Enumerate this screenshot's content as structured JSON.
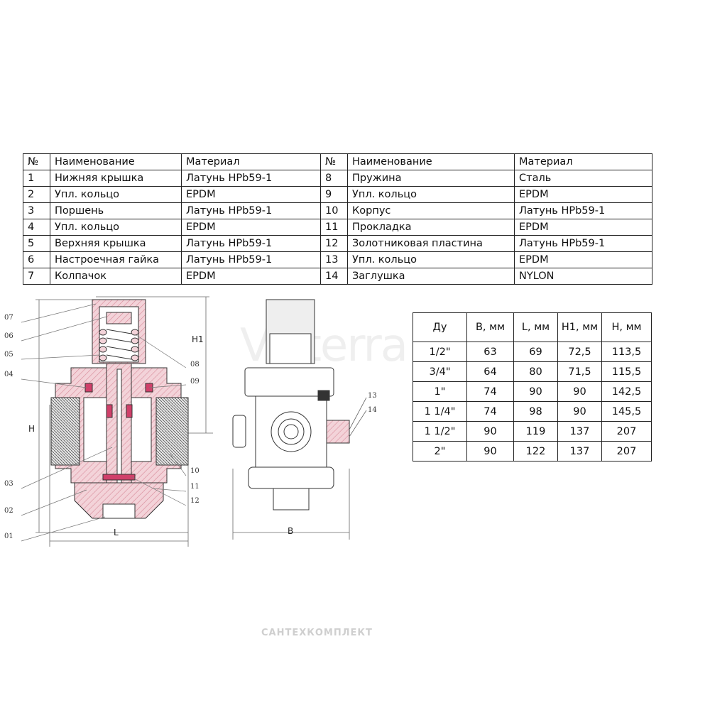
{
  "parts_table": {
    "headers": {
      "no": "№",
      "name": "Наименование",
      "material": "Материал"
    },
    "rows": [
      {
        "left": {
          "no": "1",
          "name": "Нижняя крышка",
          "material": "Латунь HPb59-1"
        },
        "right": {
          "no": "8",
          "name": "Пружина",
          "material": "Сталь"
        }
      },
      {
        "left": {
          "no": "2",
          "name": "Упл. кольцо",
          "material": "EPDM"
        },
        "right": {
          "no": "9",
          "name": "Упл. кольцо",
          "material": " EPDM"
        }
      },
      {
        "left": {
          "no": "3",
          "name": "Поршень",
          "material": "Латунь HPb59-1"
        },
        "right": {
          "no": "10",
          "name": "Корпус",
          "material": "Латунь HPb59-1"
        }
      },
      {
        "left": {
          "no": "4",
          "name": "Упл. кольцо",
          "material": "EPDM"
        },
        "right": {
          "no": "11",
          "name": "Прокладка",
          "material": "EPDM"
        }
      },
      {
        "left": {
          "no": "5",
          "name": "Верхняя крышка",
          "material": "Латунь HPb59-1"
        },
        "right": {
          "no": "12",
          "name": "Золотниковая пластина",
          "material": "Латунь HPb59-1"
        }
      },
      {
        "left": {
          "no": "6",
          "name": "Настроечная гайка",
          "material": "Латунь HPb59-1"
        },
        "right": {
          "no": "13",
          "name": "Упл. кольцо",
          "material": " EPDM"
        }
      },
      {
        "left": {
          "no": "7",
          "name": "Колпачок",
          "material": "EPDM"
        },
        "right": {
          "no": "14",
          "name": "Заглушка",
          "material": "NYLON"
        }
      }
    ]
  },
  "dims_table": {
    "headers": [
      "Ду",
      "B, мм",
      "L, мм",
      "H1, мм",
      "H, мм"
    ],
    "rows": [
      [
        "1/2\"",
        "63",
        "69",
        "72,5",
        "113,5"
      ],
      [
        "3/4\"",
        "64",
        "80",
        "71,5",
        "115,5"
      ],
      [
        "1\"",
        "74",
        "90",
        "90",
        "142,5"
      ],
      [
        "1 1/4\"",
        "74",
        "98",
        "90",
        "145,5"
      ],
      [
        "1 1/2\"",
        "90",
        "119",
        "137",
        "207"
      ],
      [
        "2\"",
        "90",
        "122",
        "137",
        "207"
      ]
    ]
  },
  "section_drawing": {
    "callouts_left": [
      "07",
      "06",
      "05",
      "04",
      "03",
      "02",
      "01"
    ],
    "callouts_right": [
      "08",
      "09",
      "10",
      "11",
      "12"
    ],
    "dim_labels": {
      "h1": "H1",
      "h": "H",
      "l": "L"
    }
  },
  "front_drawing": {
    "callouts": [
      "13",
      "14"
    ],
    "dim_labels": {
      "b": "B"
    }
  },
  "watermark": "Valterra",
  "footer": "САНТЕХКОМПЛЕКТ",
  "colors": {
    "hatch": "#e9b3bd",
    "seal": "#d0406a",
    "line": "#333333",
    "shade": "#cfcfcf"
  }
}
